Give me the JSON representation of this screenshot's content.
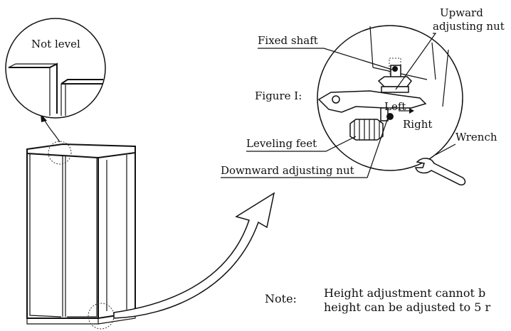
{
  "labels": {
    "not_level": "Not level",
    "fixed_shaft": "Fixed shaft",
    "upward_adjusting_nut_line1": "Upward",
    "upward_adjusting_nut_line2": "adjusting nut",
    "figure": "Figure Ⅰ:",
    "left": "Left",
    "right": "Right",
    "leveling_feet": "Leveling feet",
    "downward_adjusting_nut": "Downward adjusting nut",
    "wrench": "Wrench"
  },
  "note": {
    "label": "Note:",
    "line1": "Height adjustment cannot b",
    "line2": "height can be adjusted to 5 r"
  }
}
